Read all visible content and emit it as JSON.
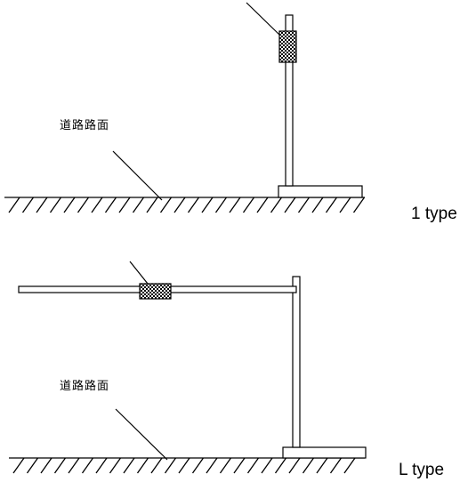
{
  "diagrams": [
    {
      "type_label": "1 type",
      "road_label": "道路路面"
    },
    {
      "type_label": "L type",
      "road_label": "道路路面"
    }
  ],
  "colors": {
    "ink": "#000000",
    "background": "#ffffff"
  }
}
